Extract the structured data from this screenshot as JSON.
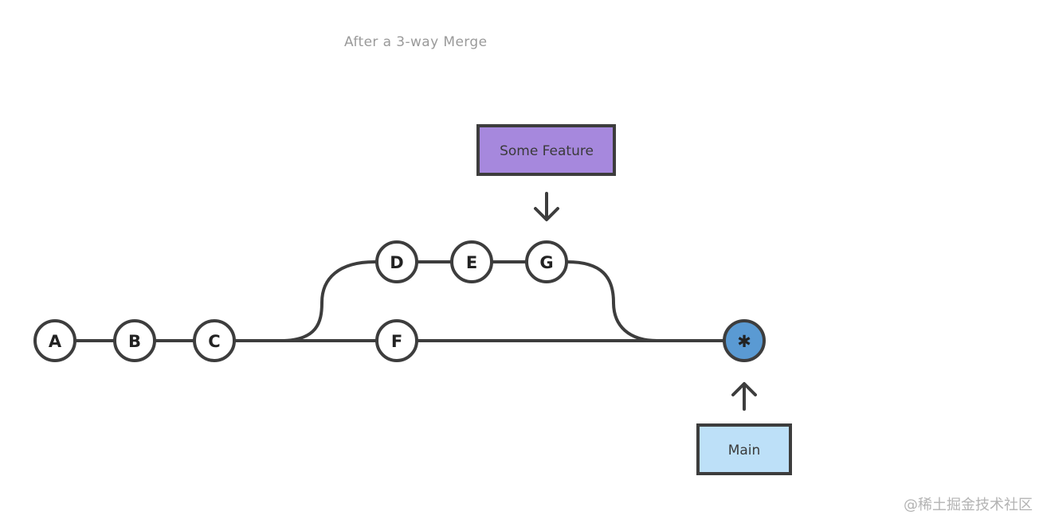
{
  "title": "After a 3-way Merge",
  "commits": {
    "a": "A",
    "b": "B",
    "c": "C",
    "d": "D",
    "e": "E",
    "g": "G",
    "f": "F",
    "merge": "✱"
  },
  "branches": {
    "feature": "Some Feature",
    "main": "Main"
  },
  "watermark": "@稀土掘金技术社区",
  "colors": {
    "line": "#3d3d3d",
    "feature_fill": "#a688dd",
    "main_fill": "#bde0f8",
    "merge_fill": "#5a9ad3"
  },
  "icons": {
    "feature_pointer": "arrow-down-icon",
    "main_pointer": "arrow-up-icon"
  }
}
